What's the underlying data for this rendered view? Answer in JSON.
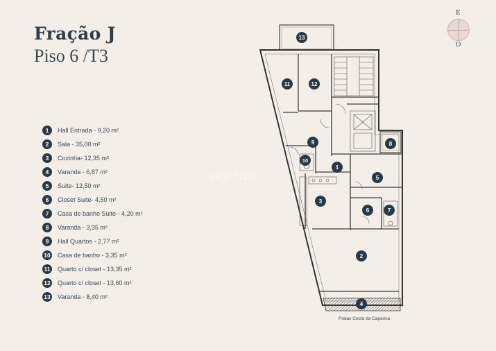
{
  "header": {
    "title": "Fração J",
    "subtitle": "Piso 6 /T3"
  },
  "legend": [
    {
      "num": "1",
      "label": "Hall Entrada - 9,20 m²"
    },
    {
      "num": "2",
      "label": "Sala - 35,00 m²"
    },
    {
      "num": "3",
      "label": "Cozinha- 12,35 m²"
    },
    {
      "num": "4",
      "label": "Varanda - 6,87 m²"
    },
    {
      "num": "5",
      "label": "Suite- 12,50 m²"
    },
    {
      "num": "6",
      "label": "Closet Suite- 4,50 m²"
    },
    {
      "num": "7",
      "label": "Casa de banho Suite - 4,20 m²"
    },
    {
      "num": "8",
      "label": "Varanda - 3,35 m²"
    },
    {
      "num": "9",
      "label": "Hall Quartos - 2,77 m²"
    },
    {
      "num": "10",
      "label": "Casa de banho -  3,35 m²"
    },
    {
      "num": "11",
      "label": "Quarto c/ closet - 13,35 m²"
    },
    {
      "num": "12",
      "label": "Quarto c/ closet - 13,60 m²"
    },
    {
      "num": "13",
      "label": "Varanda - 8,40 m²"
    }
  ],
  "plan_labels": [
    "13",
    "11",
    "12",
    "9",
    "8",
    "10",
    "1",
    "5",
    "3",
    "6",
    "7",
    "2",
    "4"
  ],
  "compass": {
    "top": "E",
    "bottom": "O"
  },
  "caption": "Praias Costa da Caparica",
  "watermark": "VÉRTICE",
  "colors": {
    "background": "#f3efe8",
    "badge": "#2a3a45",
    "wall": "#3a3a3a",
    "balcony_hatch": "#555555"
  }
}
